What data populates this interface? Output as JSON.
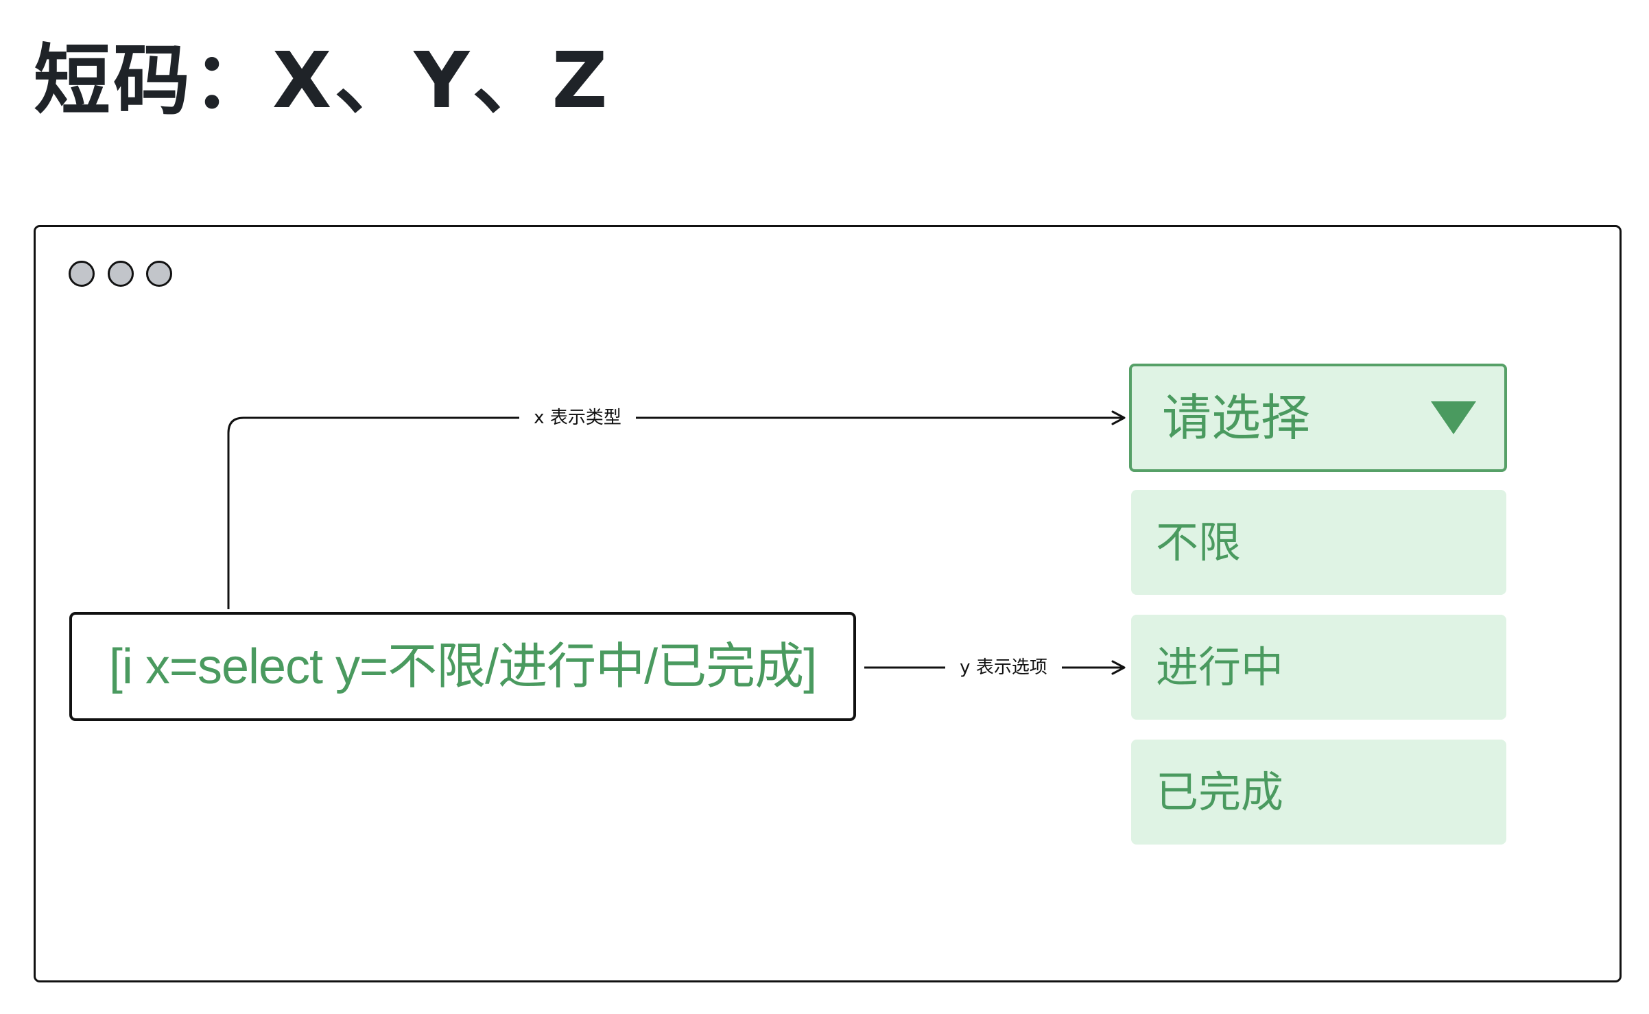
{
  "title": "短码：X、Y、Z",
  "colors": {
    "title_text": "#1f2328",
    "frame_border": "#111111",
    "window_dot": "#c2c5ca",
    "green_text": "#4a9a5f",
    "green_border": "#56a067",
    "green_fill": "#dff3e4"
  },
  "window": {
    "controls": [
      {
        "name": "window-dot-1"
      },
      {
        "name": "window-dot-2"
      },
      {
        "name": "window-dot-3"
      }
    ]
  },
  "shortcode": {
    "text": "[i x=select y=不限/进行中/已完成]"
  },
  "edges": {
    "x_label": "x 表示类型",
    "y_label": "y 表示选项"
  },
  "select": {
    "placeholder": "请选择",
    "icon": "chevron-down-icon"
  },
  "options": [
    {
      "label": "不限"
    },
    {
      "label": "进行中"
    },
    {
      "label": "已完成"
    }
  ]
}
